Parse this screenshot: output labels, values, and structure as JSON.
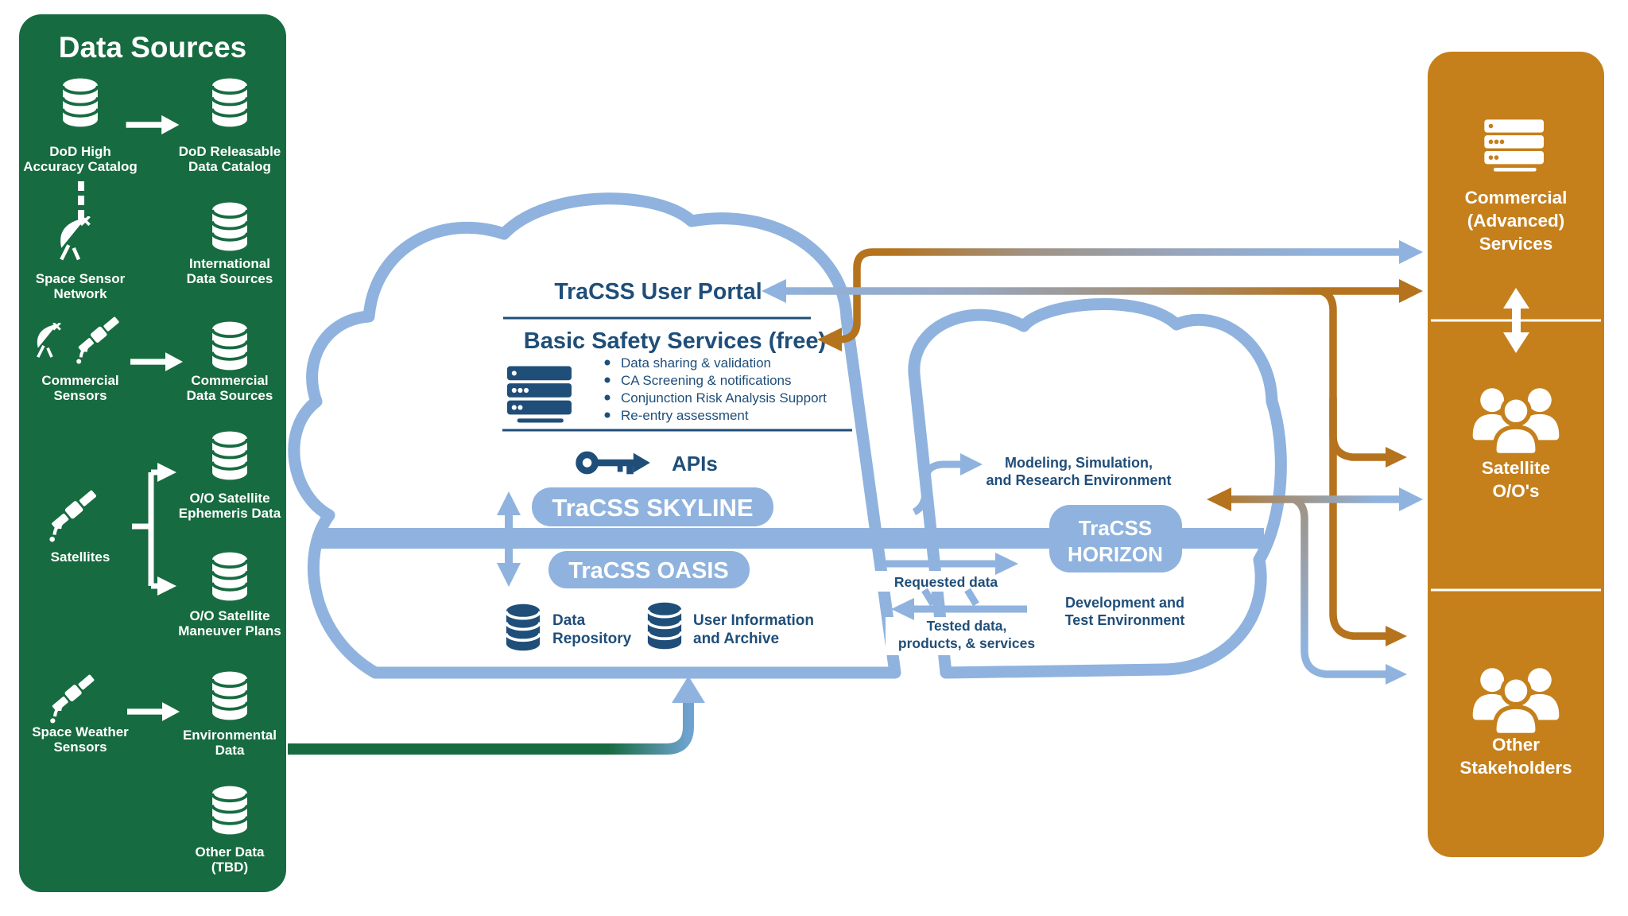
{
  "colors": {
    "panel_green": "#176B40",
    "panel_orange": "#C5801C",
    "cloud_blue": "#8FB3DE",
    "text_navy": "#1F4E79",
    "arrow_orange": "#B5731E",
    "arrow_gray": "#A09384"
  },
  "data_sources": {
    "title": "Data Sources",
    "dod_high": [
      "DoD High",
      "Accuracy Catalog"
    ],
    "dod_releasable": [
      "DoD Releasable",
      "Data Catalog"
    ],
    "space_sensor_network": [
      "Space Sensor",
      "Network"
    ],
    "international": [
      "International",
      "Data Sources"
    ],
    "commercial_sensors": [
      "Commercial",
      "Sensors"
    ],
    "commercial_data": [
      "Commercial",
      "Data Sources"
    ],
    "satellites": "Satellites",
    "oo_ephemeris": [
      "O/O Satellite",
      "Ephemeris Data"
    ],
    "oo_maneuver": [
      "O/O Satellite",
      "Maneuver Plans"
    ],
    "space_weather": [
      "Space Weather",
      "Sensors"
    ],
    "environmental": [
      "Environmental",
      "Data"
    ],
    "other_data": [
      "Other Data",
      "(TBD)"
    ]
  },
  "cloud": {
    "portal_title": "TraCSS User Portal",
    "basic_safety_title": "Basic Safety Services (free)",
    "bullets": [
      "Data sharing & validation",
      "CA Screening & notifications",
      "Conjunction Risk Analysis Support",
      "Re-entry assessment"
    ],
    "apis": "APIs",
    "skyline": "TraCSS SKYLINE",
    "oasis": "TraCSS OASIS",
    "data_repository": [
      "Data",
      "Repository"
    ],
    "user_archive": [
      "User Information",
      "and Archive"
    ]
  },
  "horizon": {
    "modeling_env": [
      "Modeling, Simulation,",
      "and Research Environment"
    ],
    "pill": [
      "TraCSS",
      "HORIZON"
    ],
    "dev_test_env": [
      "Development and",
      "Test Environment"
    ],
    "requested_data": "Requested data",
    "tested_data": [
      "Tested data,",
      "products, & services"
    ]
  },
  "stakeholders": {
    "commercial": [
      "Commercial",
      "(Advanced)",
      "Services"
    ],
    "satellite_oo": [
      "Satellite",
      "O/O's"
    ],
    "other": [
      "Other",
      "Stakeholders"
    ]
  }
}
